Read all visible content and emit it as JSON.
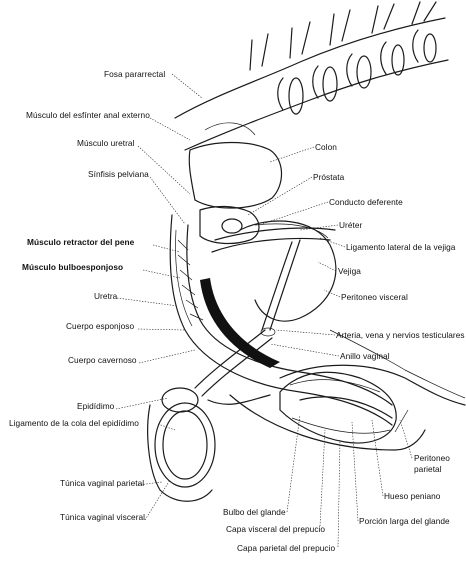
{
  "figure": {
    "labels": {
      "fosa_pararrectal": "Fosa pararrectal",
      "musculo_esfinter_anal_externo": "Músculo del esfínter anal externo",
      "musculo_uretral": "Músculo uretral",
      "sinfisis_pelviana": "Sínfisis pelviana",
      "musculo_retractor_del_pene": "Músculo retractor del pene",
      "musculo_bulboesponjoso": "Músculo bulboesponjoso",
      "uretra": "Uretra",
      "cuerpo_esponjoso": "Cuerpo esponjoso",
      "cuerpo_cavernoso": "Cuerpo cavernoso",
      "epididimo": "Epidídimo",
      "ligamento_cola_epididimo": "Ligamento de la cola del epidídimo",
      "tunica_vaginal_parietal": "Túnica vaginal parietal",
      "tunica_vaginal_visceral": "Túnica vaginal visceral",
      "colon": "Colon",
      "prostata": "Próstata",
      "conducto_deferente": "Conducto deferente",
      "ureter": "Uréter",
      "ligamento_lateral_vejiga": "Ligamento lateral de la vejiga",
      "vejiga": "Vejiga",
      "peritoneo_visceral": "Peritoneo visceral",
      "arteria_vena_nervios": "Arteria, vena y nervios testiculares",
      "anillo_vaginal": "Anillo vaginal",
      "peritoneo_parietal": "Peritoneo parietal",
      "hueso_peniano": "Hueso peniano",
      "porcion_larga_glande": "Porción larga del glande",
      "bulbo_glande": "Bulbo del glande",
      "capa_visceral_prepucio": "Capa visceral del prepucio",
      "capa_parietal_prepucio": "Capa parietal del prepucio"
    }
  }
}
